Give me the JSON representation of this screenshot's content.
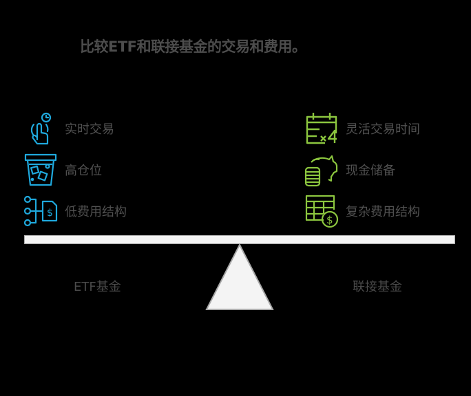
{
  "title": "比较ETF和联接基金的交易和费用。",
  "colors": {
    "left_accent": "#1fa9dd",
    "right_accent": "#8cc63f",
    "text": "#505050",
    "beam": "#f4f4f4",
    "beam_border": "#a8a8a8"
  },
  "left": {
    "name": "ETF基金",
    "items": [
      {
        "label": "实时交易",
        "icon": "touch-clock-icon"
      },
      {
        "label": "高仓位",
        "icon": "glass-ice-icon"
      },
      {
        "label": "低费用结构",
        "icon": "network-dollar-doc-icon"
      }
    ]
  },
  "right": {
    "name": "联接基金",
    "items": [
      {
        "label": "灵活交易时间",
        "icon": "calendar-x4-icon"
      },
      {
        "label": "现金储备",
        "icon": "piggy-bank-coins-icon"
      },
      {
        "label": "复杂费用结构",
        "icon": "table-dollar-icon"
      }
    ]
  }
}
